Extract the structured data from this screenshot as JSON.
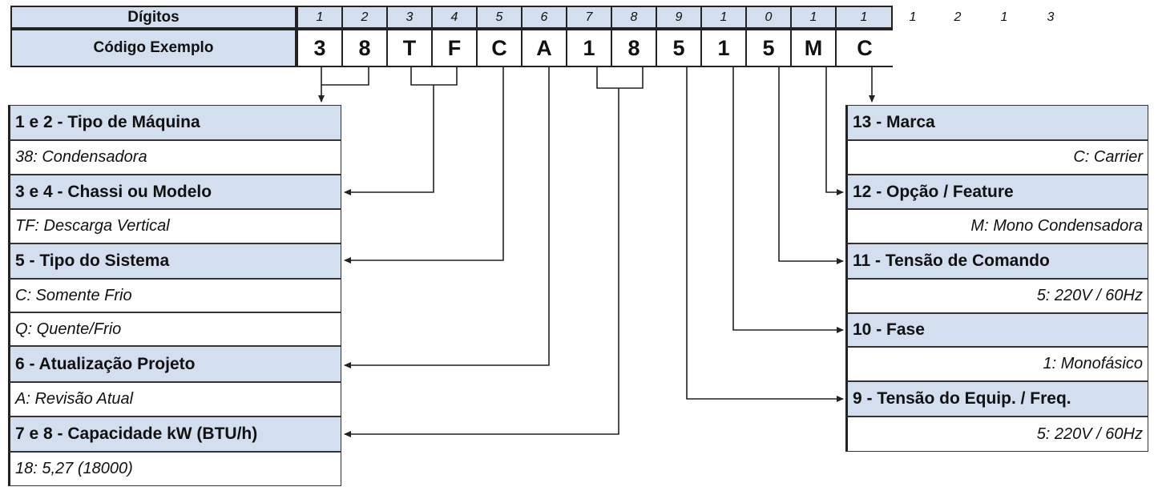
{
  "header": {
    "digits_label": "Dígitos",
    "example_label": "Código Exemplo"
  },
  "digits": [
    "1",
    "2",
    "3",
    "4",
    "5",
    "6",
    "7",
    "8",
    "9",
    "1",
    "0",
    "1",
    "1",
    "1",
    "2",
    "1",
    "3"
  ],
  "code": [
    "3",
    "8",
    "T",
    "F",
    "C",
    "A",
    "1",
    "8",
    "5",
    "1",
    "5",
    "M",
    "C"
  ],
  "left_sections": [
    {
      "title": "1 e 2 - Tipo de Máquina",
      "values": [
        "38: Condensadora"
      ]
    },
    {
      "title": "3 e 4 - Chassi ou Modelo",
      "values": [
        "TF: Descarga Vertical"
      ]
    },
    {
      "title": "5 - Tipo do Sistema",
      "values": [
        "C: Somente Frio",
        "Q: Quente/Frio"
      ]
    },
    {
      "title": "6 - Atualização Projeto",
      "values": [
        "A: Revisão Atual"
      ]
    },
    {
      "title": "7 e 8 - Capacidade kW (BTU/h)",
      "values": [
        "18: 5,27 (18000)"
      ]
    }
  ],
  "right_sections": [
    {
      "title": "13 - Marca",
      "values": [
        "C: Carrier"
      ]
    },
    {
      "title": "12 - Opção / Feature",
      "values": [
        "M: Mono Condensadora"
      ]
    },
    {
      "title": "11 - Tensão de Comando",
      "values": [
        "5: 220V / 60Hz"
      ]
    },
    {
      "title": "10 - Fase",
      "values": [
        "1: Monofásico"
      ]
    },
    {
      "title": "9 - Tensão do Equip. / Freq.",
      "values": [
        "5: 220V / 60Hz"
      ]
    }
  ]
}
